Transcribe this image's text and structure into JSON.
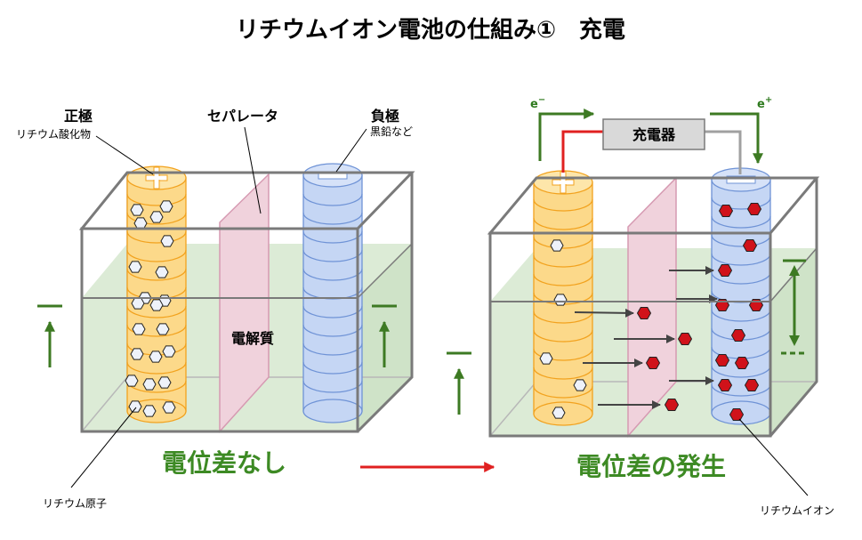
{
  "title": "リチウムイオン電池の仕組み①　充電",
  "left": {
    "positive_label": "正極",
    "positive_sub": "リチウム酸化物",
    "separator_label": "セパレータ",
    "negative_label": "負極",
    "negative_sub": "黒鉛など",
    "electrolyte_label": "電解質",
    "atom_label": "リチウム原子",
    "caption": "電位差なし"
  },
  "right": {
    "charger_label": "充電器",
    "electron_left": "e",
    "electron_left_sup": "−",
    "electron_right": "e",
    "electron_right_sup": "+",
    "ion_label": "リチウムイオン",
    "caption": "電位差の発生"
  },
  "colors": {
    "electrolyte": "#dcebd6",
    "positive_electrode": "#fcd98a",
    "negative_electrode": "#c5d6f4",
    "separator": "#f0d2dc",
    "lithium_ion": "#d0121a",
    "wire_red": "#e02020",
    "wire_green": "#3d7a23",
    "caption_green": "#3d8a24",
    "transition_arrow": "#e02020"
  }
}
